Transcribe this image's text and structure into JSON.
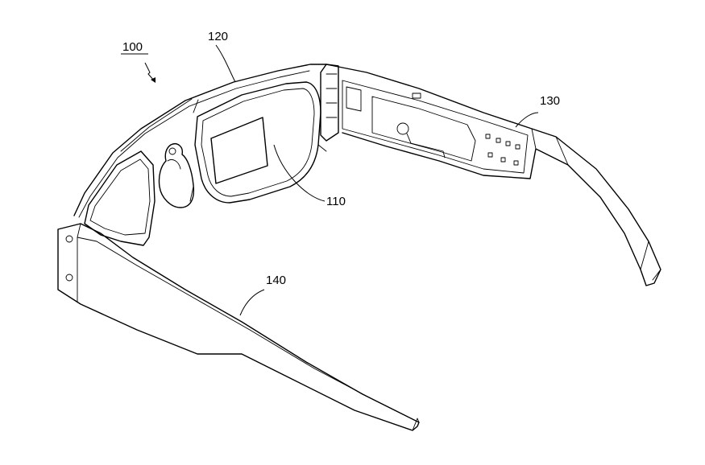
{
  "labels": {
    "device": "100",
    "display": "110",
    "frame": "120",
    "right_temple": "130",
    "left_temple": "140"
  }
}
